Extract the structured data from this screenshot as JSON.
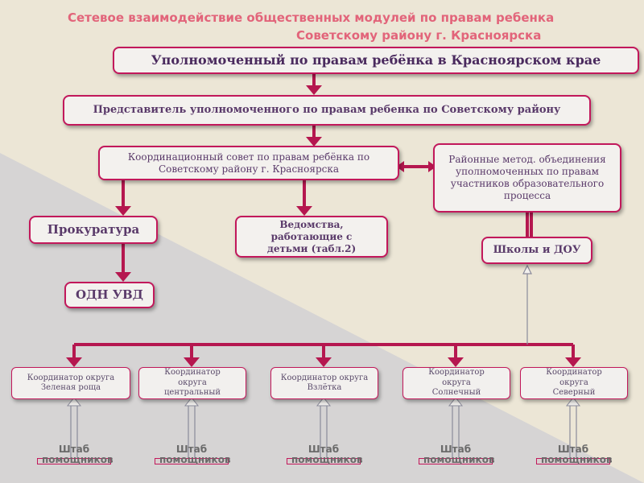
{
  "header": {
    "line1": "Сетевое взаимодействие общественных модулей по правам ребенка",
    "line2": "Советскому району г. Красноярска"
  },
  "boxes": {
    "ombudsman": "Уполномоченный по правам ребёнка в Красноярском крае",
    "representative": "Представитель уполномоченного по правам ребенка по Советскому району",
    "council": "Координационный совет по правам ребёнка по Советскому району г. Красноярска",
    "methodical": "Районные метод. объединения уполномоченных по правам участников образовательного процесса",
    "prosecutor": "Прокуратура",
    "agencies": "Ведомства, работающие с детьми (табл.2)",
    "schools": "Школы и ДОУ",
    "odn": "ОДН УВД"
  },
  "coordinators": [
    "Координатор округа Зеленая роща",
    "Координатор округа центральный",
    "Координатор округа Взлётка",
    "Координатор округа Солнечный",
    "Координатор округа Северный"
  ],
  "staff_label": "Штаб помощников",
  "colors": {
    "accent": "#c2185b",
    "arrow": "#b5174f",
    "title": "#e2647a",
    "triangle": "#d6d4d4"
  }
}
